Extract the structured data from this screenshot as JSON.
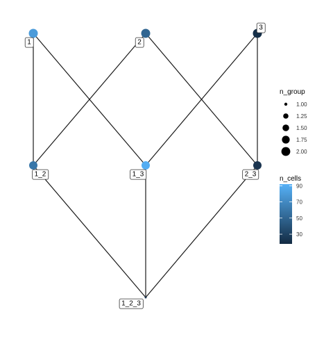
{
  "graph": {
    "nodes": [
      {
        "id": "1",
        "label": "1",
        "n_group": 1,
        "n_cells": 80
      },
      {
        "id": "2",
        "label": "2",
        "n_group": 1,
        "n_cells": 50
      },
      {
        "id": "3",
        "label": "3",
        "n_group": 1,
        "n_cells": 20
      },
      {
        "id": "1_2",
        "label": "1_2",
        "n_group": 2,
        "n_cells": 60
      },
      {
        "id": "1_3",
        "label": "1_3",
        "n_group": 2,
        "n_cells": 90
      },
      {
        "id": "2_3",
        "label": "2_3",
        "n_group": 2,
        "n_cells": null
      },
      {
        "id": "1_2_3",
        "label": "1_2_3",
        "n_group": 3,
        "n_cells": null
      }
    ],
    "edges": [
      [
        "1",
        "1_2"
      ],
      [
        "1",
        "1_3"
      ],
      [
        "2",
        "1_2"
      ],
      [
        "2",
        "2_3"
      ],
      [
        "3",
        "1_3"
      ],
      [
        "3",
        "2_3"
      ],
      [
        "1_2",
        "1_2_3"
      ],
      [
        "1_3",
        "1_2_3"
      ],
      [
        "2_3",
        "1_2_3"
      ]
    ]
  },
  "legend": {
    "size": {
      "title": "n_group",
      "entries": [
        "1.00",
        "1.25",
        "1.50",
        "1.75",
        "2.00"
      ]
    },
    "color": {
      "title": "n_cells",
      "ticks": [
        "90",
        "70",
        "50",
        "30"
      ],
      "low_color": "#132B43",
      "high_color": "#56B1F7"
    }
  }
}
